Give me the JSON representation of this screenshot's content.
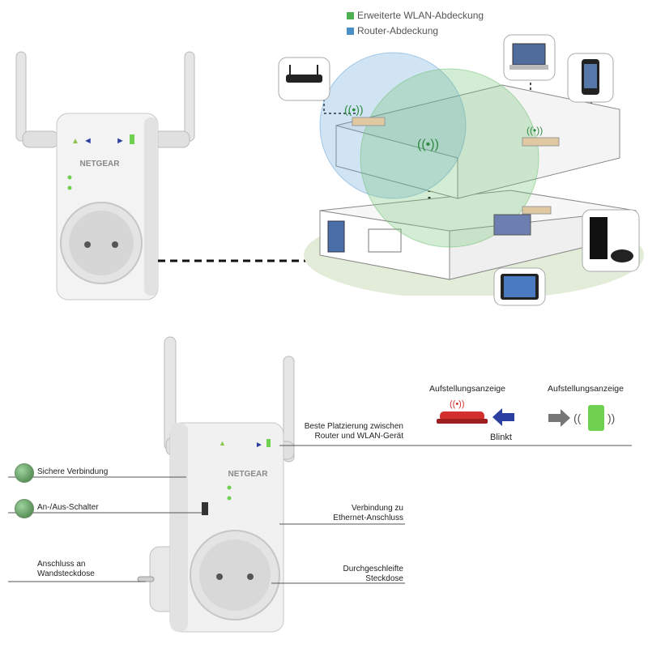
{
  "legend": {
    "extended": {
      "label": "Erweiterte WLAN-Abdeckung",
      "color": "#4caf50"
    },
    "router": {
      "label": "Router-Abdeckung",
      "color": "#4a90c8"
    }
  },
  "device": {
    "brand": "NETGEAR"
  },
  "labels": {
    "secure_connection": "Sichere Verbindung",
    "power_switch": "An-/Aus-Schalter",
    "wall_socket_line1": "Anschluss an",
    "wall_socket_line2": "Wandsteckdose",
    "placement_line1": "Beste Platzierung zwischen",
    "placement_line2": "Router und WLAN-Gerät",
    "ethernet_line1": "Verbindung zu",
    "ethernet_line2": "Ethernet-Anschluss",
    "passthrough_line1": "Durchgeschleifte",
    "passthrough_line2": "Steckdose"
  },
  "indicator": {
    "left_title": "Aufstellungsanzeige",
    "right_title": "Aufstellungsanzeige",
    "blink_label": "Blinkt",
    "colors": {
      "red": "#d32f2f",
      "blue": "#2b3fa0",
      "green": "#6fd14f"
    }
  }
}
